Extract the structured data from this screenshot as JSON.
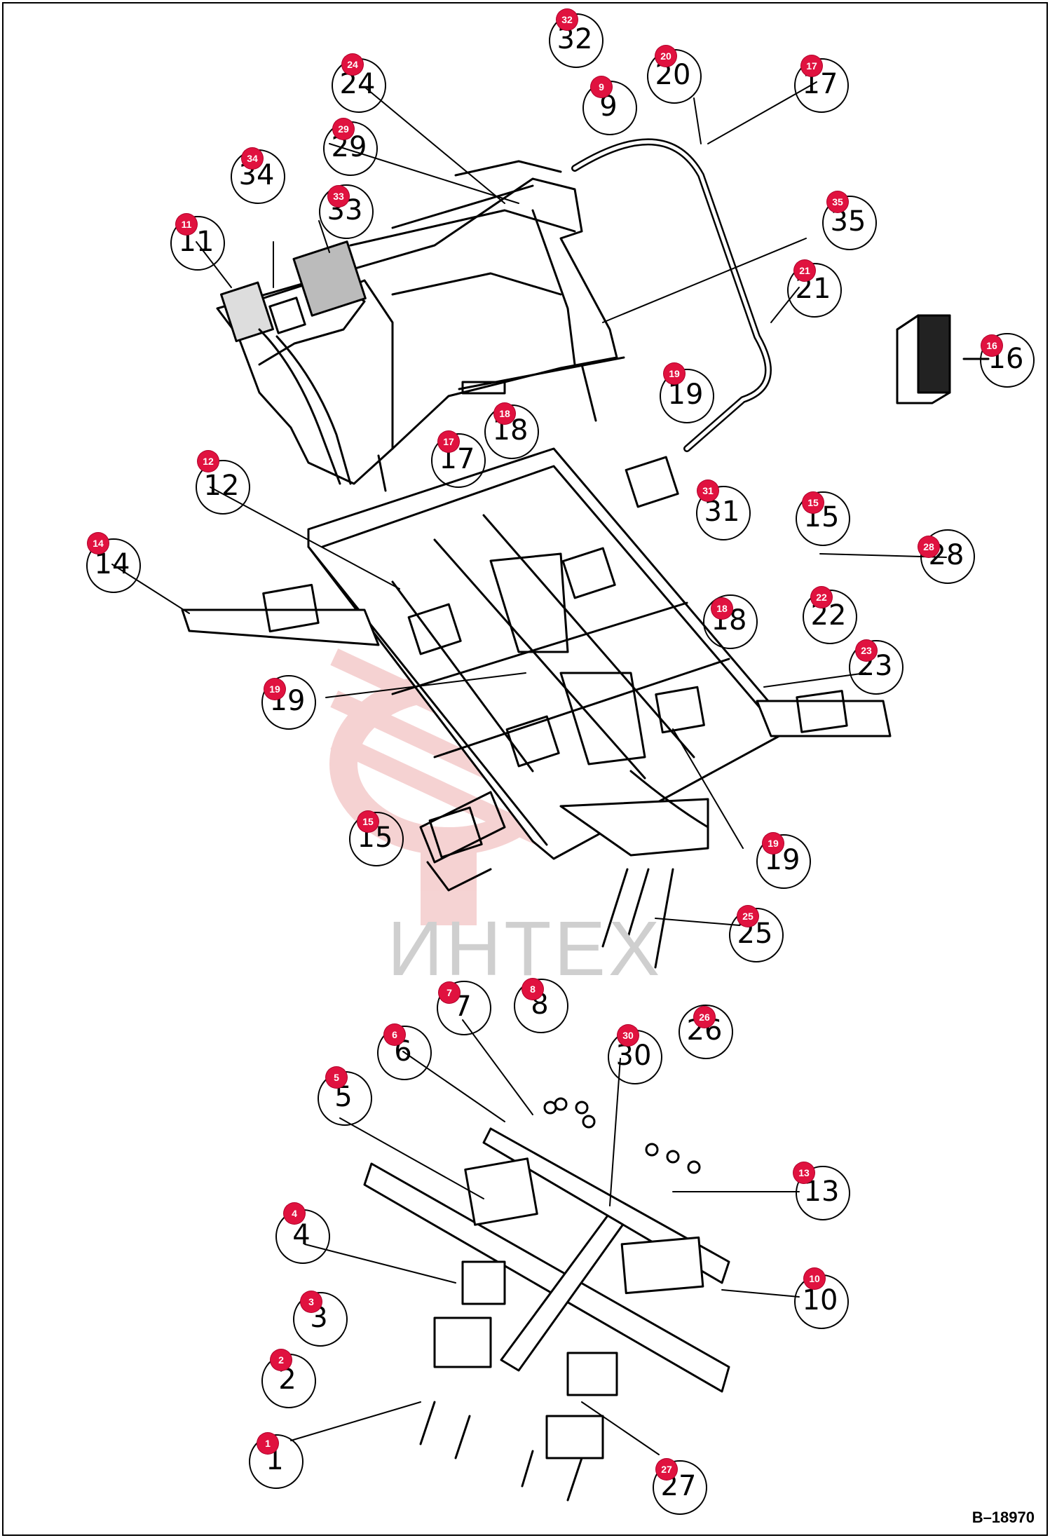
{
  "drawing_code": "B–18970",
  "watermark": {
    "text": "ИНТЕХ"
  },
  "colors": {
    "callout": "#e0123f",
    "line": "#000000",
    "watermark": "#f2c4c4"
  },
  "callouts": [
    {
      "n": "32",
      "lbl": "32"
    },
    {
      "n": "24",
      "lbl": "24"
    },
    {
      "n": "9",
      "lbl": "9"
    },
    {
      "n": "20",
      "lbl": "20"
    },
    {
      "n": "17",
      "lbl": "17"
    },
    {
      "n": "29",
      "lbl": "29"
    },
    {
      "n": "34",
      "lbl": "34"
    },
    {
      "n": "33",
      "lbl": "33"
    },
    {
      "n": "11",
      "lbl": "11"
    },
    {
      "n": "35",
      "lbl": "35"
    },
    {
      "n": "21",
      "lbl": "21"
    },
    {
      "n": "16",
      "lbl": "16"
    },
    {
      "n": "19",
      "lbl": "19"
    },
    {
      "n": "18",
      "lbl": "18"
    },
    {
      "n": "17",
      "lbl": "17"
    },
    {
      "n": "12",
      "lbl": "12"
    },
    {
      "n": "14",
      "lbl": "14"
    },
    {
      "n": "31",
      "lbl": "31"
    },
    {
      "n": "15",
      "lbl": "15"
    },
    {
      "n": "28",
      "lbl": "28"
    },
    {
      "n": "18",
      "lbl": "18"
    },
    {
      "n": "22",
      "lbl": "22"
    },
    {
      "n": "23",
      "lbl": "23"
    },
    {
      "n": "19",
      "lbl": "19"
    },
    {
      "n": "15",
      "lbl": "15"
    },
    {
      "n": "19",
      "lbl": "19"
    },
    {
      "n": "25",
      "lbl": "25"
    },
    {
      "n": "26",
      "lbl": "26"
    },
    {
      "n": "7",
      "lbl": "7"
    },
    {
      "n": "8",
      "lbl": "8"
    },
    {
      "n": "6",
      "lbl": "6"
    },
    {
      "n": "30",
      "lbl": "30"
    },
    {
      "n": "5",
      "lbl": "5"
    },
    {
      "n": "13",
      "lbl": "13"
    },
    {
      "n": "4",
      "lbl": "4"
    },
    {
      "n": "10",
      "lbl": "10"
    },
    {
      "n": "3",
      "lbl": "3"
    },
    {
      "n": "2",
      "lbl": "2"
    },
    {
      "n": "1",
      "lbl": "1"
    },
    {
      "n": "27",
      "lbl": "27"
    }
  ]
}
